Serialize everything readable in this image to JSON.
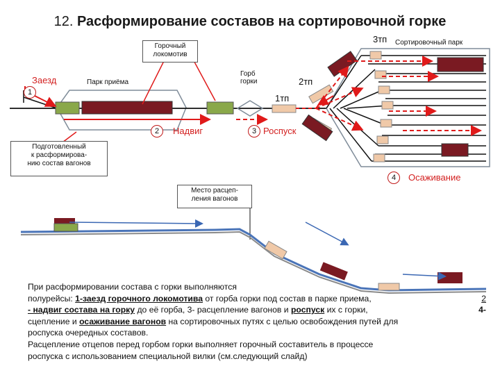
{
  "title": {
    "number": "12.",
    "text": "Расформирование составов на сортировочной горке"
  },
  "labels": {
    "hump_loco": [
      "Горочный",
      "локомотив"
    ],
    "receiving_park": "Парк приёма",
    "hump_crest": [
      "Горб",
      "горки"
    ],
    "sorting_park": "Сортировочный парк",
    "prepared_train": [
      "Подготовленный",
      "к расформирова-",
      "нию  состав вагонов"
    ],
    "uncoupling_place": [
      "Место расцеп-",
      "ления вагонов"
    ],
    "brake_1": "1тп",
    "brake_2": "2тп",
    "brake_3": "3тп"
  },
  "steps": [
    {
      "num": "1",
      "label": "Заезд"
    },
    {
      "num": "2",
      "label": "Надвиг"
    },
    {
      "num": "3",
      "label": "Роспуск"
    },
    {
      "num": "4",
      "label": "Осаживание"
    }
  ],
  "paragraph": {
    "line1": "При расформировании состава с горки выполняются",
    "line2_a": "полурейсы: ",
    "line2_b": "1-заезд горочного локомотива",
    "line2_c": " от горба горки под состав в парке приема,",
    "line2_d": "2",
    "line3_a": "- надвиг состава на горку",
    "line3_b": " до её горба, 3- расцепление вагонов и ",
    "line3_c": "роспуск",
    "line3_d": " их с горки,",
    "line3_e": "4-",
    "line4_a": "сцепление и ",
    "line4_b": "осаживание вагонов",
    "line4_c": " на сортировочных путях  с целью освобождения путей для",
    "line5": "роспуска очередных составов.",
    "line6": "Расцепление отцепов  перед горбом горки выполняет горочный составитель в процессе",
    "line7": "роспуска с использованием специальной вилки (см.следующий слайд)"
  },
  "colors": {
    "track": "#111111",
    "park_outline": "#7f8c99",
    "wagon": "#7a1a22",
    "locomotive": "#8aa84a",
    "retarder": "#f0c9a8",
    "arrow_red": "#e01a1a",
    "arrow_blue": "#3a67b3",
    "profile_blue": "#4a74b8"
  }
}
